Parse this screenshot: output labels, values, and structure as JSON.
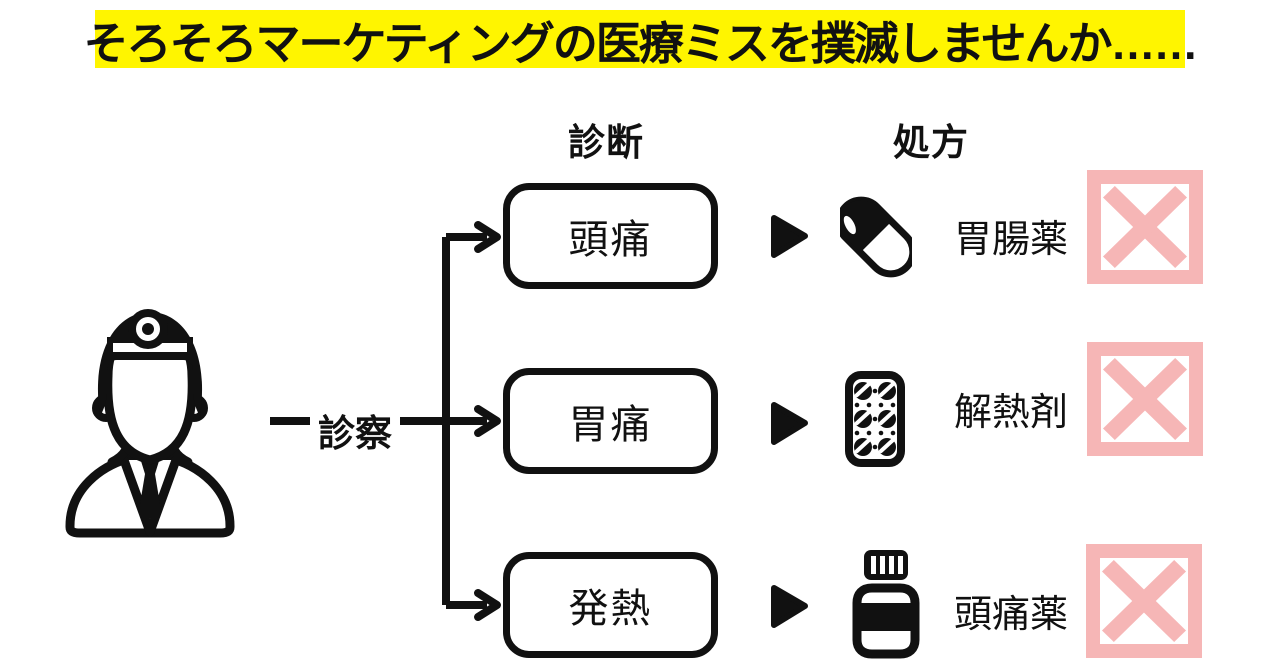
{
  "title": {
    "text": "そろそろマーケティングの医療ミスを撲滅しませんか……",
    "highlight_color": "#fff500",
    "text_color": "#111111"
  },
  "headers": {
    "diagnosis": "診断",
    "prescription": "処方"
  },
  "examination_label": "診察",
  "doctor_icon": "doctor-with-head-mirror-icon",
  "diagram": {
    "rows": [
      {
        "diagnosis": "頭痛",
        "medicine_icon": "capsule-icon",
        "prescription": "胃腸薬",
        "status": "wrong-mark"
      },
      {
        "diagnosis": "胃痛",
        "medicine_icon": "blister-pack-icon",
        "prescription": "解熱剤",
        "status": "wrong-mark"
      },
      {
        "diagnosis": "発熱",
        "medicine_icon": "medicine-bottle-icon",
        "prescription": "頭痛薬",
        "status": "wrong-mark"
      }
    ]
  },
  "colors": {
    "line_black": "#111111",
    "error_pink": "#f6b6b6",
    "highlight_yellow": "#fff500"
  }
}
